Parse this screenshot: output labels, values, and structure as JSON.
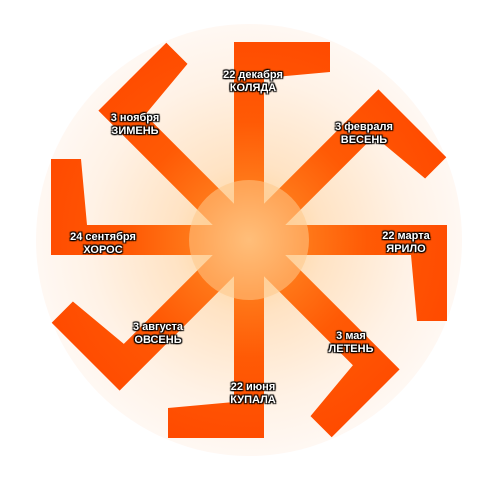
{
  "colors": {
    "arm": "#ff4f00",
    "center_glow": "#ffd59a",
    "edge_glow": "#fff6ef"
  },
  "labels": [
    {
      "id": "n",
      "date": "22 декабря",
      "name": "КОЛЯДА"
    },
    {
      "id": "ne",
      "date": "3 февраля",
      "name": "ВЕСЕНЬ"
    },
    {
      "id": "e",
      "date": "22 марта",
      "name": "ЯРИЛО"
    },
    {
      "id": "se",
      "date": "3 мая",
      "name": "ЛЕТЕНЬ"
    },
    {
      "id": "s",
      "date": "22 июня",
      "name": "КУПАЛА"
    },
    {
      "id": "sw",
      "date": "3 августа",
      "name": "ОВСЕНЬ"
    },
    {
      "id": "w",
      "date": "24 сентября",
      "name": "ХОРОС"
    },
    {
      "id": "nw",
      "date": "3 ноября",
      "name": "ЗИМЕНЬ"
    }
  ]
}
